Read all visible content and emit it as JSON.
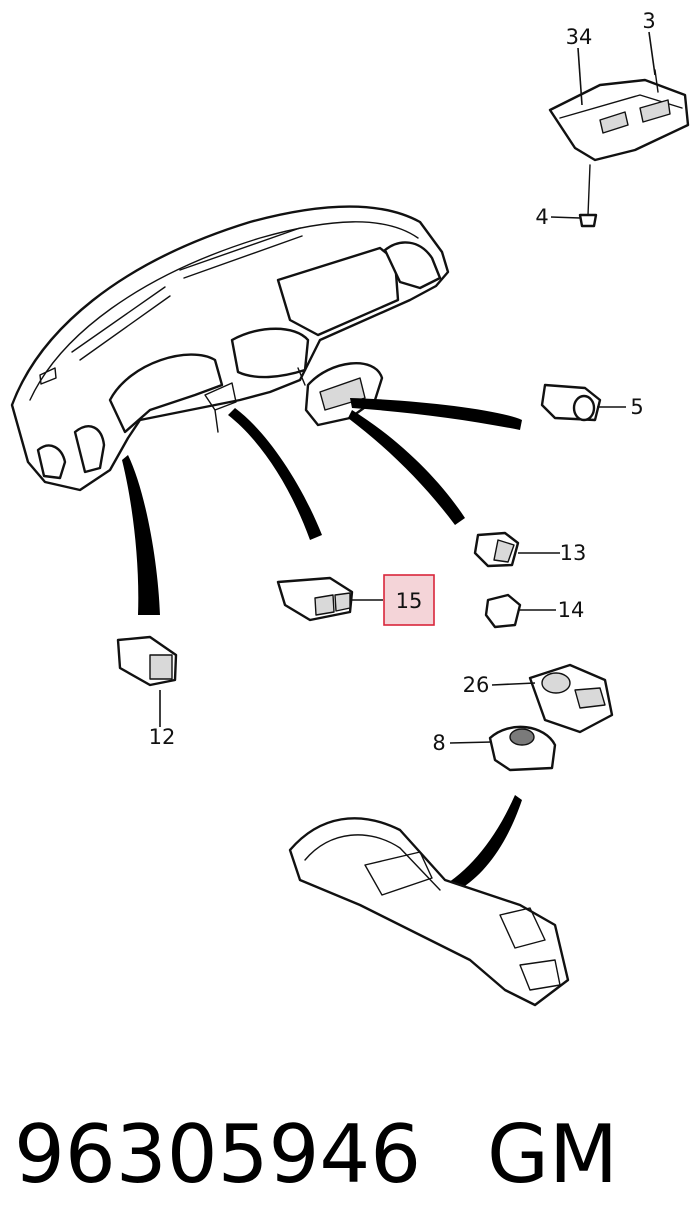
{
  "diagram": {
    "callouts": {
      "c34": "34",
      "c3": "3",
      "c4": "4",
      "c5": "5",
      "c13": "13",
      "c14": "14",
      "c15": "15",
      "c12": "12",
      "c26": "26",
      "c8": "8"
    },
    "highlighted_callout": "15",
    "highlight_color": "#f4d4d8",
    "highlight_border": "#d9263b"
  },
  "footer": {
    "part_number": "96305946",
    "brand": "GM"
  }
}
